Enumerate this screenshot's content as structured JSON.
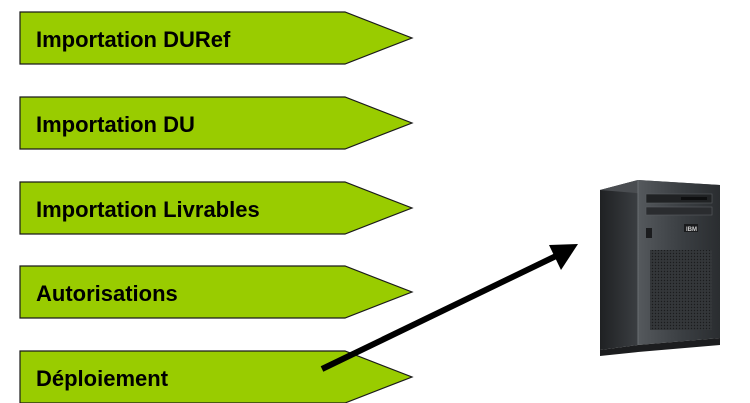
{
  "steps": [
    {
      "label": "Importation DURef"
    },
    {
      "label": "Importation DU"
    },
    {
      "label": "Importation Livrables"
    },
    {
      "label": "Autorisations"
    },
    {
      "label": "Déploiement"
    }
  ],
  "colors": {
    "step_fill": "#99cc00",
    "step_stroke": "#1a1a1a",
    "arrow": "#000000",
    "server_body": "#2f3133",
    "server_front": "#3a3d40"
  },
  "server": {
    "brand": "IBM",
    "icon": "tower-server-icon"
  }
}
